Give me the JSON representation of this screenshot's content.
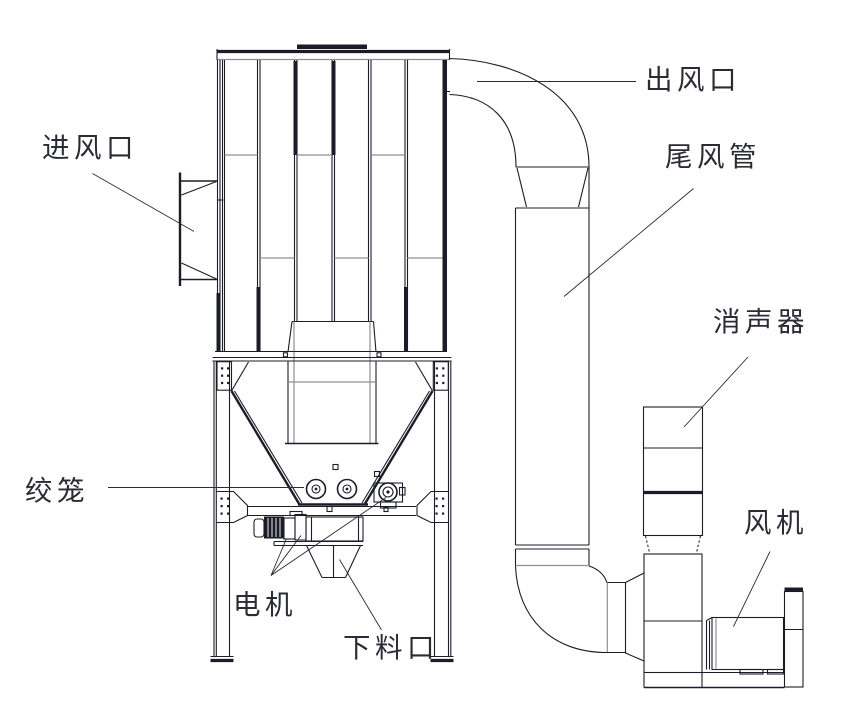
{
  "diagram": {
    "background": "#ffffff",
    "line_color": "#1c1c28",
    "secondary_line_color": "#8f8f8f",
    "label_color": "#2b2b35"
  },
  "labels": {
    "air_inlet": "进风口",
    "air_outlet": "出风口",
    "tail_duct": "尾风管",
    "silencer": "消声器",
    "fan": "风机",
    "screw_conveyor": "绞笼",
    "motor": "电机",
    "discharge_outlet": "下料口"
  }
}
